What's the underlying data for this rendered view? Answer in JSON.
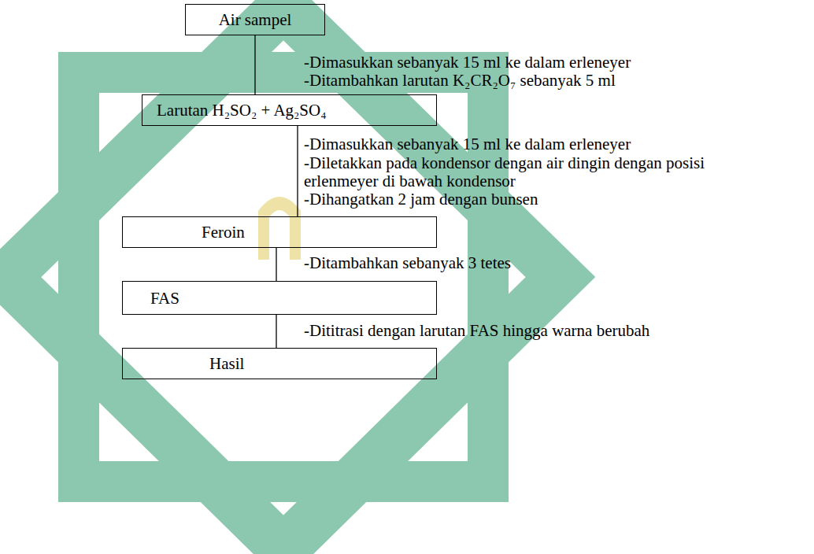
{
  "diagram": {
    "nodes": [
      {
        "text": [
          "Air sampel"
        ]
      },
      {
        "text": [
          "Larutan H₂SO₂ + Ag₂SO₄"
        ]
      },
      {
        "text": [
          "Feroin"
        ]
      },
      {
        "text": [
          "FAS"
        ]
      },
      {
        "text": [
          "Hasil"
        ]
      }
    ],
    "edges": [
      {
        "from": 0,
        "to": 1,
        "arrow": "none"
      },
      {
        "from": 1,
        "to": 2,
        "arrow": "none"
      },
      {
        "from": 2,
        "to": 3,
        "arrow": "none"
      },
      {
        "from": 3,
        "to": 4,
        "arrow": "none"
      }
    ],
    "labels": [
      "-Dimasukkan sebanyak 15 ml ke dalam erleneyer",
      "-Ditambahkan larutan K₂CR₂O₇ sebanyak 5 ml",
      "-Dimasukkan sebanyak 15 ml ke dalam erleneyer",
      "-Diletakkan pada kondensor dengan air dingin dengan posisi erlenmeyer di bawah kondensor",
      "-Dihangatkan 2 jam dengan bunsen",
      "-Ditambahkan sebanyak 3 tetes",
      "-Dititrasi dengan larutan FAS hingga warna berubah"
    ]
  }
}
